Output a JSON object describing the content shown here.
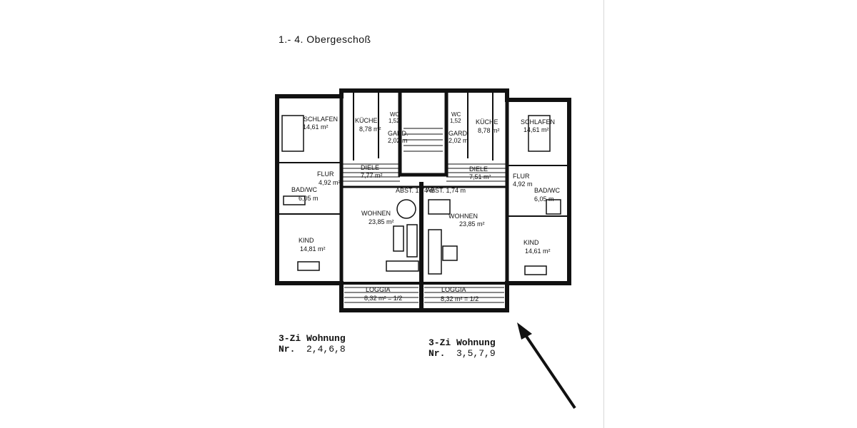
{
  "title": "1.- 4.  Obergeschoß",
  "rooms_left": {
    "schlafen": [
      "SCHLAFEN",
      "14,61 m²"
    ],
    "kueche": [
      "KÜCHE",
      "8,78 m²"
    ],
    "wc": [
      "WC",
      "1,52"
    ],
    "gard": [
      "GARD.",
      "2,02 m"
    ],
    "diele": [
      "DIELE",
      "7,77 m²"
    ],
    "flur": [
      "FLUR",
      "4,92 m²"
    ],
    "bad": [
      "BAD/WC",
      "6,05 m"
    ],
    "abst": "ABST. 1,74 m",
    "wohnen": [
      "WOHNEN",
      "23,85 m²"
    ],
    "kind": [
      "KIND",
      "14,81 m²"
    ],
    "loggia": [
      "LOGGIA",
      "8,32 m² = 1/2"
    ]
  },
  "rooms_right": {
    "schlafen": [
      "SCHLAFEN",
      "14,61 m²"
    ],
    "kueche": [
      "KÜCHE",
      "8,78 m²"
    ],
    "wc": [
      "WC",
      "1,52"
    ],
    "gard": [
      "GARD.",
      "2,02 m"
    ],
    "diele": [
      "DIELE",
      "7,51 m²"
    ],
    "flur": [
      "FLUR",
      "4,92 m"
    ],
    "bad": [
      "BAD/WC",
      "6,05 m"
    ],
    "abst": "ABST. 1,74 m",
    "wohnen": [
      "WOHNEN",
      "23,85 m²"
    ],
    "kind": [
      "KIND",
      "14,61 m²"
    ],
    "loggia": [
      "LOGGIA",
      "8,32 m² = 1/2"
    ]
  },
  "units": [
    {
      "type": "3-Zi Wohnung",
      "nr_label": "Nr.",
      "numbers": "2,4,6,8"
    },
    {
      "type": "3-Zi Wohnung",
      "nr_label": "Nr.",
      "numbers": "3,5,7,9"
    }
  ],
  "icons": [
    "arrow-icon"
  ]
}
